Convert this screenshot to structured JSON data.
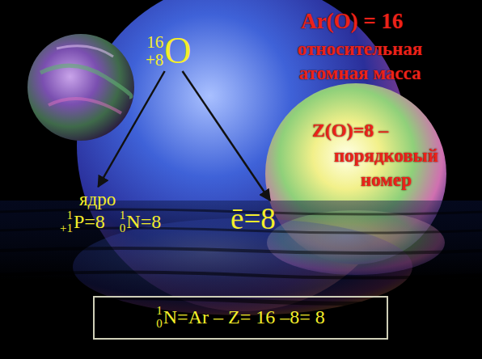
{
  "diagram": {
    "nodes": [
      {
        "text": [
          "16",
          "O",
          "+8"
        ]
      },
      {
        "text": [
          "ядро",
          "1",
          "+1",
          "P=8",
          "1",
          "0",
          "N=8"
        ]
      },
      {
        "text": [
          "ē=8"
        ]
      },
      {
        "text": [
          "1",
          "0",
          "N=Ar – Z= 16 –8= 8"
        ]
      }
    ],
    "edges": [
      {
        "from": 0,
        "to": 1,
        "arrow": "to"
      },
      {
        "from": 0,
        "to": 2,
        "arrow": "to"
      }
    ],
    "labels": [
      "Ar(O) = 16",
      "относительная атомная масса",
      "Z(O)=8 –",
      "порядковый номер"
    ]
  }
}
